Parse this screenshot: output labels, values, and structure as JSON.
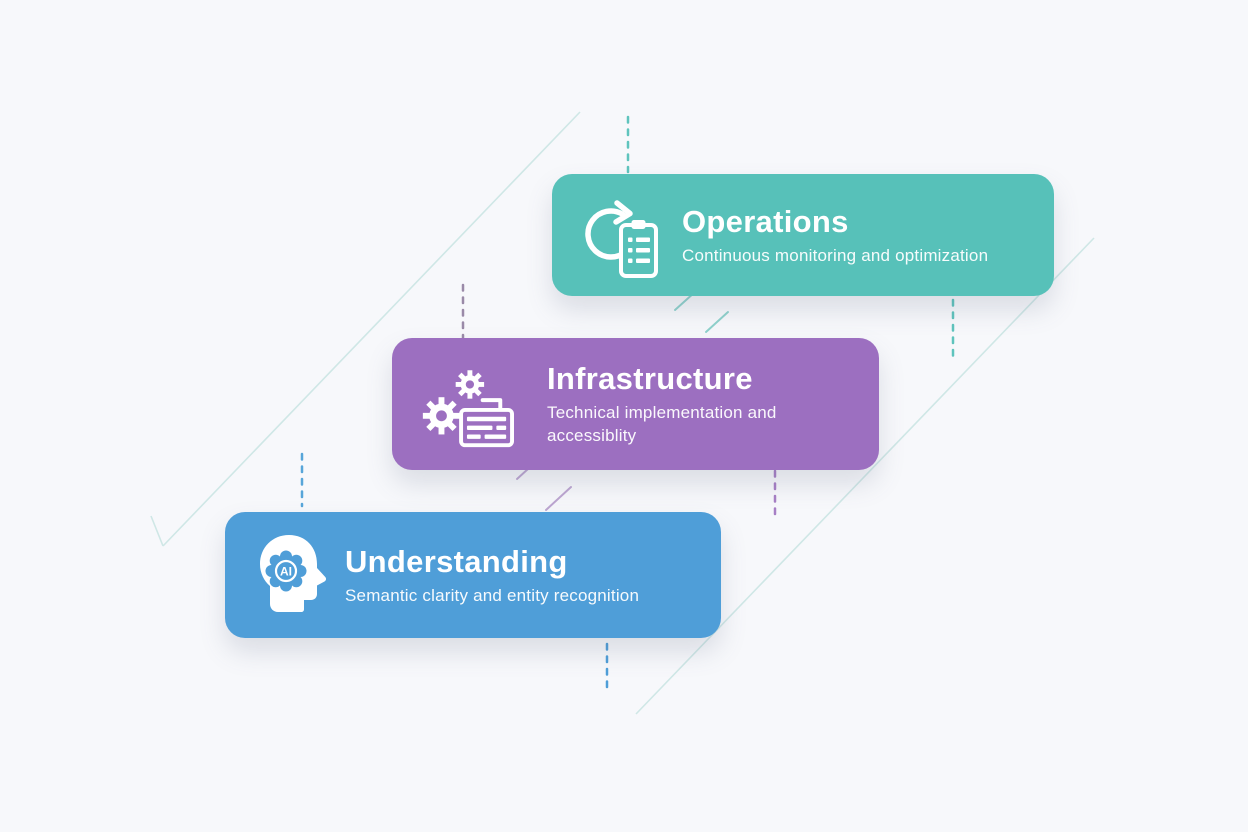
{
  "canvas": {
    "background": "#f7f8fb"
  },
  "cards": [
    {
      "title": "Operations",
      "subtitle": "Continuous monitoring and optimization",
      "color": "#57c1b9",
      "icon": "refresh-clipboard-icon"
    },
    {
      "title": "Infrastructure",
      "subtitle": "Technical implementation and accessiblity",
      "color": "#9c6fc0",
      "icon": "gears-keyboard-icon"
    },
    {
      "title": "Understanding",
      "subtitle": "Semantic clarity and entity recognition",
      "color": "#4f9ed8",
      "icon": "ai-head-icon",
      "icon_text": "AI"
    }
  ],
  "decor": {
    "dash_teal": "#5fc4bd",
    "dash_gray_purple": "#9a8aa8",
    "dash_purple": "#a77fc5",
    "dash_blue_light": "#57a5d9",
    "dash_blue": "#4f9ed8",
    "diagonal": "#cfe7e6",
    "slash_teal": "#8fd2cc",
    "slash_purple": "#bda6d1"
  }
}
